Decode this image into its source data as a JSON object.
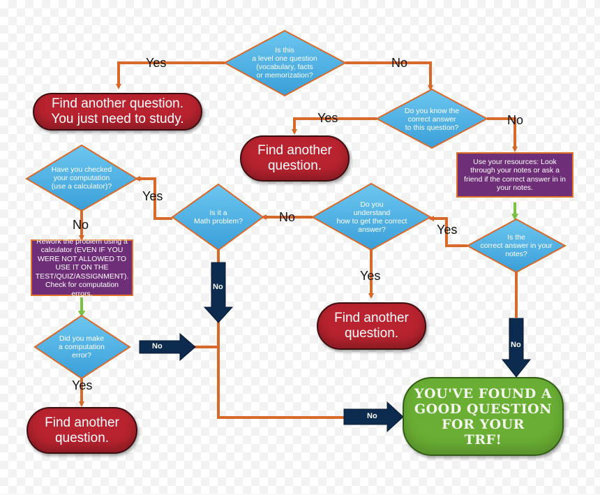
{
  "questions": {
    "level_one": "Is this\na level one question\n(vocabulary, facts\nor memorization?",
    "know_answer": "Do you know the\ncorrect answer\nto this question?",
    "checked_computation": "Have you checked\nyour computation\n(use a calculator)?",
    "math_problem": "Is it a\nMath problem?",
    "understand": "Do you\nunderstand\nhow to get the correct\nanswer?",
    "in_notes": "Is the\ncorrect answer in your\nnotes?",
    "computation_error": "Did you make\na computation\nerror?"
  },
  "actions": {
    "use_resources": "Use your resources: Look through your notes or ask a friend if the correct answer in in your notes.",
    "rework": "Rework the problem using a calculator (EVEN IF YOU WERE NOT ALLOWED TO USE IT ON THE TEST/QUIZ/ASSIGNMENT). Check for computation errors."
  },
  "outcomes": {
    "study": "Find another question.\nYou just need to study.",
    "find_1": "Find another\nquestion.",
    "find_2": "Find another\nquestion.",
    "find_3": "Find another\nquestion.",
    "goal": "YOU'VE FOUND A\nGOOD QUESTION\nFOR YOUR\nTRF!"
  },
  "labels": {
    "yes_1": "Yes",
    "no_1": "No",
    "yes_2": "Yes",
    "no_2": "No",
    "yes_3": "Yes",
    "no_3": "No",
    "yes_4": "Yes",
    "no_4": "No",
    "yes_5": "Yes",
    "yes_6": "Yes",
    "arrow_no_1": "No",
    "arrow_no_2": "No",
    "arrow_no_3": "No",
    "arrow_no_4": "No"
  },
  "colors": {
    "connector": "#d9692a",
    "question_fill": "#4ab3e6",
    "outcome_fill": "#b8232f",
    "action_fill": "#6e2f78",
    "goal_fill": "#6aaf34",
    "big_arrow": "#0d2b4e",
    "green_link": "#7ac143"
  }
}
